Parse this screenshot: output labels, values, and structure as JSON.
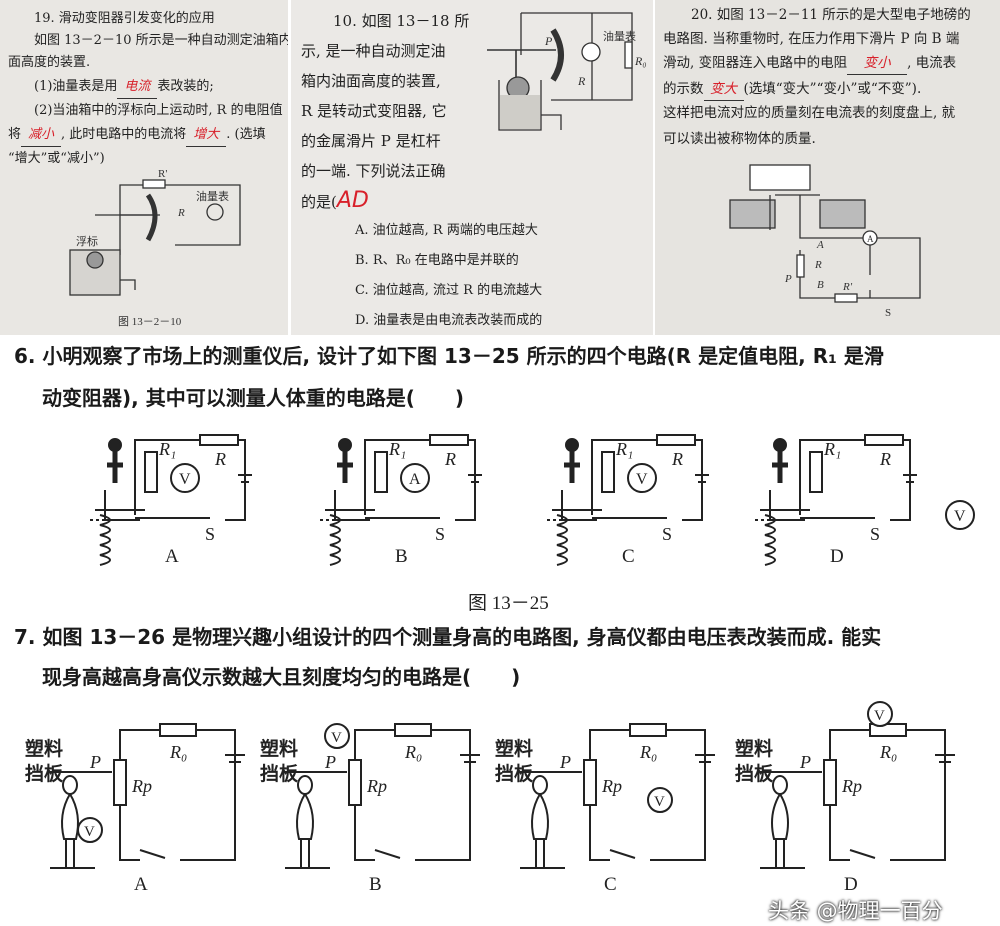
{
  "q19": {
    "title": "19. 滑动变阻器引发变化的应用",
    "line1": "如图 13－2－10 所示是一种自动测定油箱内油",
    "line2": "面高度的装置.",
    "line3a": "(1)油量表是用",
    "ans1": "电流",
    "line3b": "表改装的;",
    "line4": "(2)当油箱中的浮标向上运动时, R 的电阻值",
    "line5a": "将",
    "ans2": "减小",
    "line5b": ", 此时电路中的电流将",
    "ans3": "增大",
    "line5c": ". (选填",
    "line6": "“增大”或“减小”)",
    "fig": {
      "r_prime": "R'",
      "meter": "油量表",
      "float": "浮标",
      "r": "R",
      "caption": "图 13－2－10"
    }
  },
  "q10": {
    "lines": [
      "10. 如图 13－18 所",
      "示, 是一种自动测定油",
      "箱内油面高度的装置,",
      "R 是转动式变阻器, 它",
      "的金属滑片 P 是杠杆",
      "的一端. 下列说法正确"
    ],
    "stem_end": "的是(",
    "answer": "AD",
    "options": [
      "A. 油位越高, R 两端的电压越大",
      "B. R、R₀ 在电路中是并联的",
      "C. 油位越高, 流过 R 的电流越大",
      "D. 油量表是由电流表改装而成的"
    ],
    "fig": {
      "p": "P",
      "meter": "油量表",
      "r0": "R₀",
      "r": "R"
    }
  },
  "q20": {
    "line1": "20. 如图 13－2－11 所示的是大型电子地磅的",
    "line2": "电路图. 当称重物时, 在压力作用下滑片 P 向 B 端",
    "line3a": "滑动, 变阻器连入电路中的电阻",
    "ans1": "变小",
    "line3b": ", 电流表",
    "line4a": "的示数",
    "ans2": "变大",
    "line4b": "(选填“变大”“变小”或“不变”).",
    "line5": "这样把电流对应的质量刻在电流表的刻度盘上, 就",
    "line6": "可以读出被称物体的质量.",
    "fig": {
      "a_end": "A",
      "r": "R",
      "b_end": "B",
      "p": "P",
      "r_prime": "R'",
      "s": "S",
      "ammeter": "A"
    }
  },
  "q6": {
    "line1": "6. 小明观察了市场上的测重仪后, 设计了如下图 13－25 所示的四个电路(R 是定值电阻, R₁ 是滑",
    "line2": "动变阻器), 其中可以测量人体重的电路是(　　)",
    "circuits": [
      {
        "label": "A",
        "meter": "V"
      },
      {
        "label": "B",
        "meter": "A"
      },
      {
        "label": "C",
        "meter": "V"
      },
      {
        "label": "D",
        "meter": "V"
      }
    ],
    "r1": "R₁",
    "r": "R",
    "s": "S",
    "caption": "图 13－25"
  },
  "q7": {
    "line1": "7. 如图 13－26 是物理兴趣小组设计的四个测量身高的电路图, 身高仪都由电压表改装而成. 能实",
    "line2": "现身高越高身高仪示数越大且刻度均匀的电路是(　　)",
    "circuits": [
      {
        "label": "A"
      },
      {
        "label": "B"
      },
      {
        "label": "C"
      },
      {
        "label": "D"
      }
    ],
    "plate1": "塑料",
    "plate2": "挡板",
    "p": "P",
    "rp": "Rp",
    "r0": "R₀",
    "meter": "V"
  },
  "watermark": "头条 @物理一百分"
}
